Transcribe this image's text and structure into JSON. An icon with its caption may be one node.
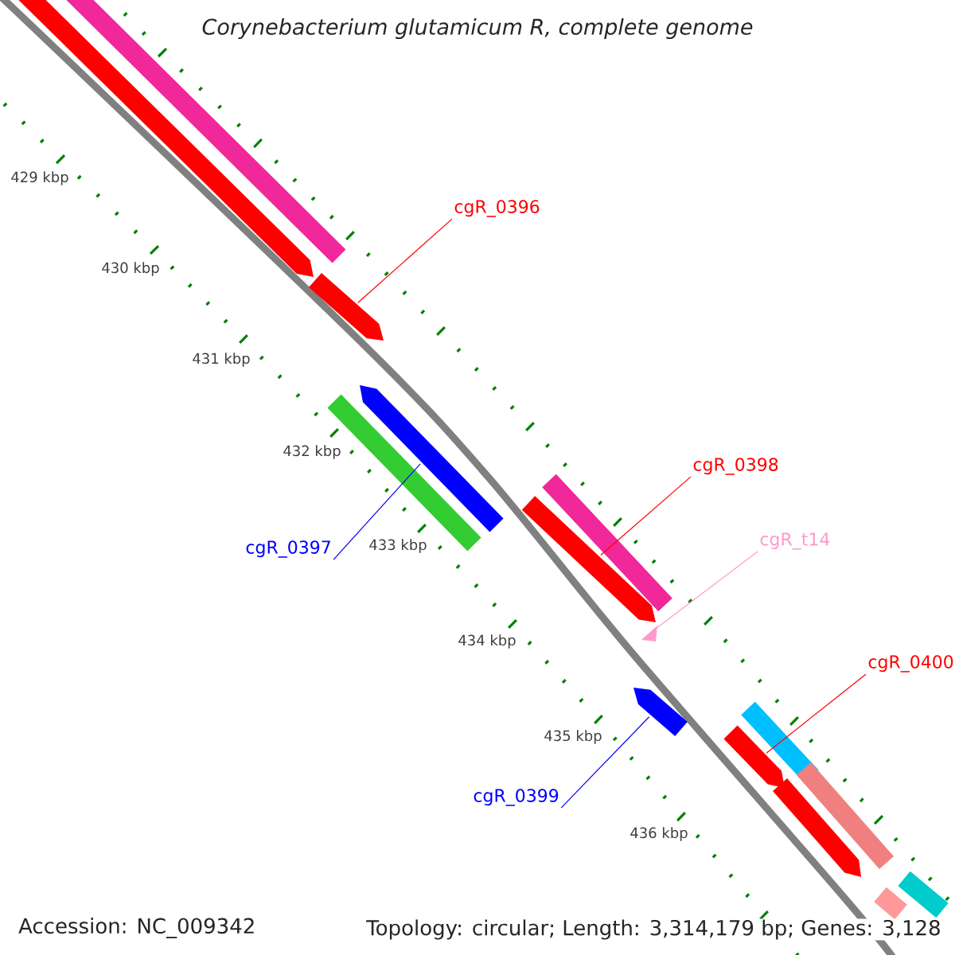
{
  "diagram": {
    "title": "Corynebacterium glutamicum R, complete genome",
    "nodes": [
      {
        "text": [],
        "shape": "arrow"
      },
      {
        "text": [],
        "shape": "bar"
      },
      {
        "text": [],
        "shape": "arrow"
      },
      {
        "text": [],
        "shape": "arrow"
      },
      {
        "text": [],
        "shape": "bar"
      },
      {
        "text": [],
        "shape": "bar"
      },
      {
        "text": [],
        "shape": "arrow"
      },
      {
        "text": [],
        "shape": "triangle"
      },
      {
        "text": [],
        "shape": "arrow"
      },
      {
        "text": [],
        "shape": "bar"
      },
      {
        "text": [],
        "shape": "arrow"
      },
      {
        "text": [],
        "shape": "bar"
      },
      {
        "text": [],
        "shape": "arrow"
      },
      {
        "text": [],
        "shape": "bar"
      },
      {
        "text": [],
        "shape": "bar"
      },
      {
        "text": [
          "cgR_0396"
        ]
      },
      {
        "text": [
          "cgR_0398"
        ]
      },
      {
        "text": [
          "cgR_t14"
        ]
      },
      {
        "text": [
          "cgR_0397"
        ]
      },
      {
        "text": [
          "cgR_0400"
        ]
      },
      {
        "text": [
          "cgR_0399"
        ]
      }
    ],
    "edges": [
      {
        "from": 15,
        "to": 2,
        "arrow": "none"
      },
      {
        "from": 16,
        "to": 6,
        "arrow": "none"
      },
      {
        "from": 17,
        "to": 7,
        "arrow": "none",
        "color": "#ff99cc"
      },
      {
        "from": 18,
        "to": 3,
        "arrow": "none",
        "color": "#0000ff"
      },
      {
        "from": 19,
        "to": 10,
        "arrow": "none"
      },
      {
        "from": 20,
        "to": 8,
        "arrow": "none",
        "color": "#0000ff"
      }
    ],
    "labels": [
      "429 kbp",
      "430 kbp",
      "431 kbp",
      "432 kbp",
      "433 kbp",
      "434 kbp",
      "435 kbp",
      "436 kbp",
      "Accession: NC_009342",
      "Topology: circular; Length: 3,314,179 bp; Genes: 3,128"
    ]
  }
}
